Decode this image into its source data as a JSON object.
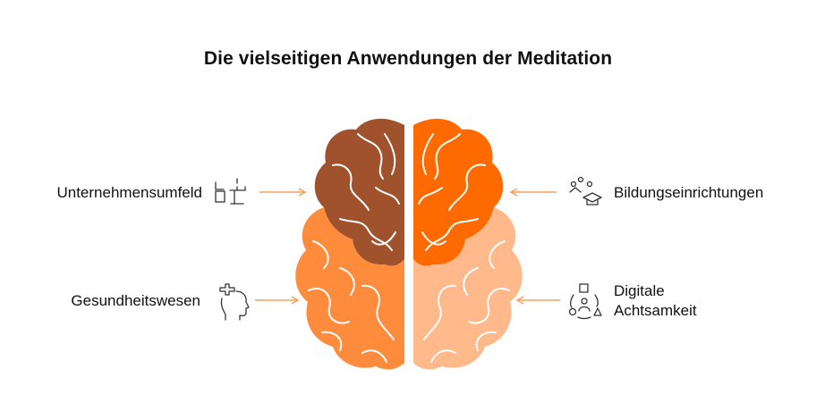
{
  "title": "Die vielseitigen Anwendungen der Meditation",
  "items": [
    {
      "label": "Unternehmensumfeld",
      "icon": "office-desk-icon",
      "color": "#a0522d"
    },
    {
      "label": "Gesundheitswesen",
      "icon": "health-head-icon",
      "color": "#ff8c3c"
    },
    {
      "label": "Bildungseinrichtungen",
      "icon": "graduation-cap-icon",
      "color": "#ff6a00"
    },
    {
      "label_line1": "Digitale",
      "label_line2": "Achtsamkeit",
      "icon": "digital-shapes-icon",
      "color": "#ffb98a"
    }
  ],
  "colors": {
    "arrow": "#f5a05a",
    "icon_stroke": "#333333"
  }
}
